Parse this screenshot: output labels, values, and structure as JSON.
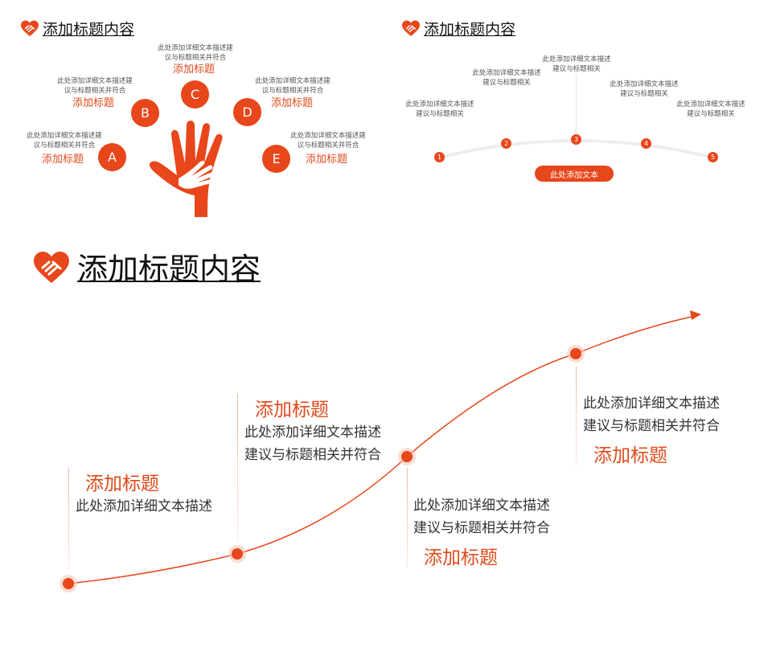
{
  "colors": {
    "accent": "#e8461b",
    "text": "#333333",
    "title": "#111111"
  },
  "icons": {
    "logo": "heart-handshake-icon",
    "hand": "helping-hand-icon",
    "arrow": "arrow-head-icon"
  },
  "panel1": {
    "title": "添加标题内容",
    "hand_items": [
      {
        "letter": "A",
        "desc": "此处添加详细文本描述建\n议与标题相关并符合",
        "label": "添加标题"
      },
      {
        "letter": "B",
        "desc": "此处添加详细文本描述建\n议与标题相关并符合",
        "label": "添加标题"
      },
      {
        "letter": "C",
        "desc": "此处添加详细文本描述建\n议与标题相关并符合",
        "label": "添加标题"
      },
      {
        "letter": "D",
        "desc": "此处添加详细文本描述建\n议与标题相关并符合",
        "label": "添加标题"
      },
      {
        "letter": "E",
        "desc": "此处添加详细文本描述建\n议与标题相关并符合",
        "label": "添加标题"
      }
    ]
  },
  "panel2": {
    "title": "添加标题内容",
    "steps": [
      {
        "num": "1",
        "desc": "此处添加详细文本描述\n建议与标题相关"
      },
      {
        "num": "2",
        "desc": "此处添加详细文本描述\n建议与标题相关"
      },
      {
        "num": "3",
        "desc": "此处添加详细文本描述\n建议与标题相关"
      },
      {
        "num": "4",
        "desc": "此处添加详细文本描述\n建议与标题相关"
      },
      {
        "num": "5",
        "desc": "此处添加详细文本描述\n建议与标题相关"
      }
    ],
    "button": "此处添加文本"
  },
  "panel3": {
    "title": "添加标题内容",
    "milestones": [
      {
        "label": "添加标题",
        "desc": "此处添加详细文本描述"
      },
      {
        "label": "添加标题",
        "desc": "此处添加详细文本描述\n建议与标题相关并符合"
      },
      {
        "label": "添加标题",
        "desc": "此处添加详细文本描述\n建议与标题相关并符合"
      },
      {
        "label": "添加标题",
        "desc": "此处添加详细文本描述\n建议与标题相关并符合"
      }
    ]
  }
}
